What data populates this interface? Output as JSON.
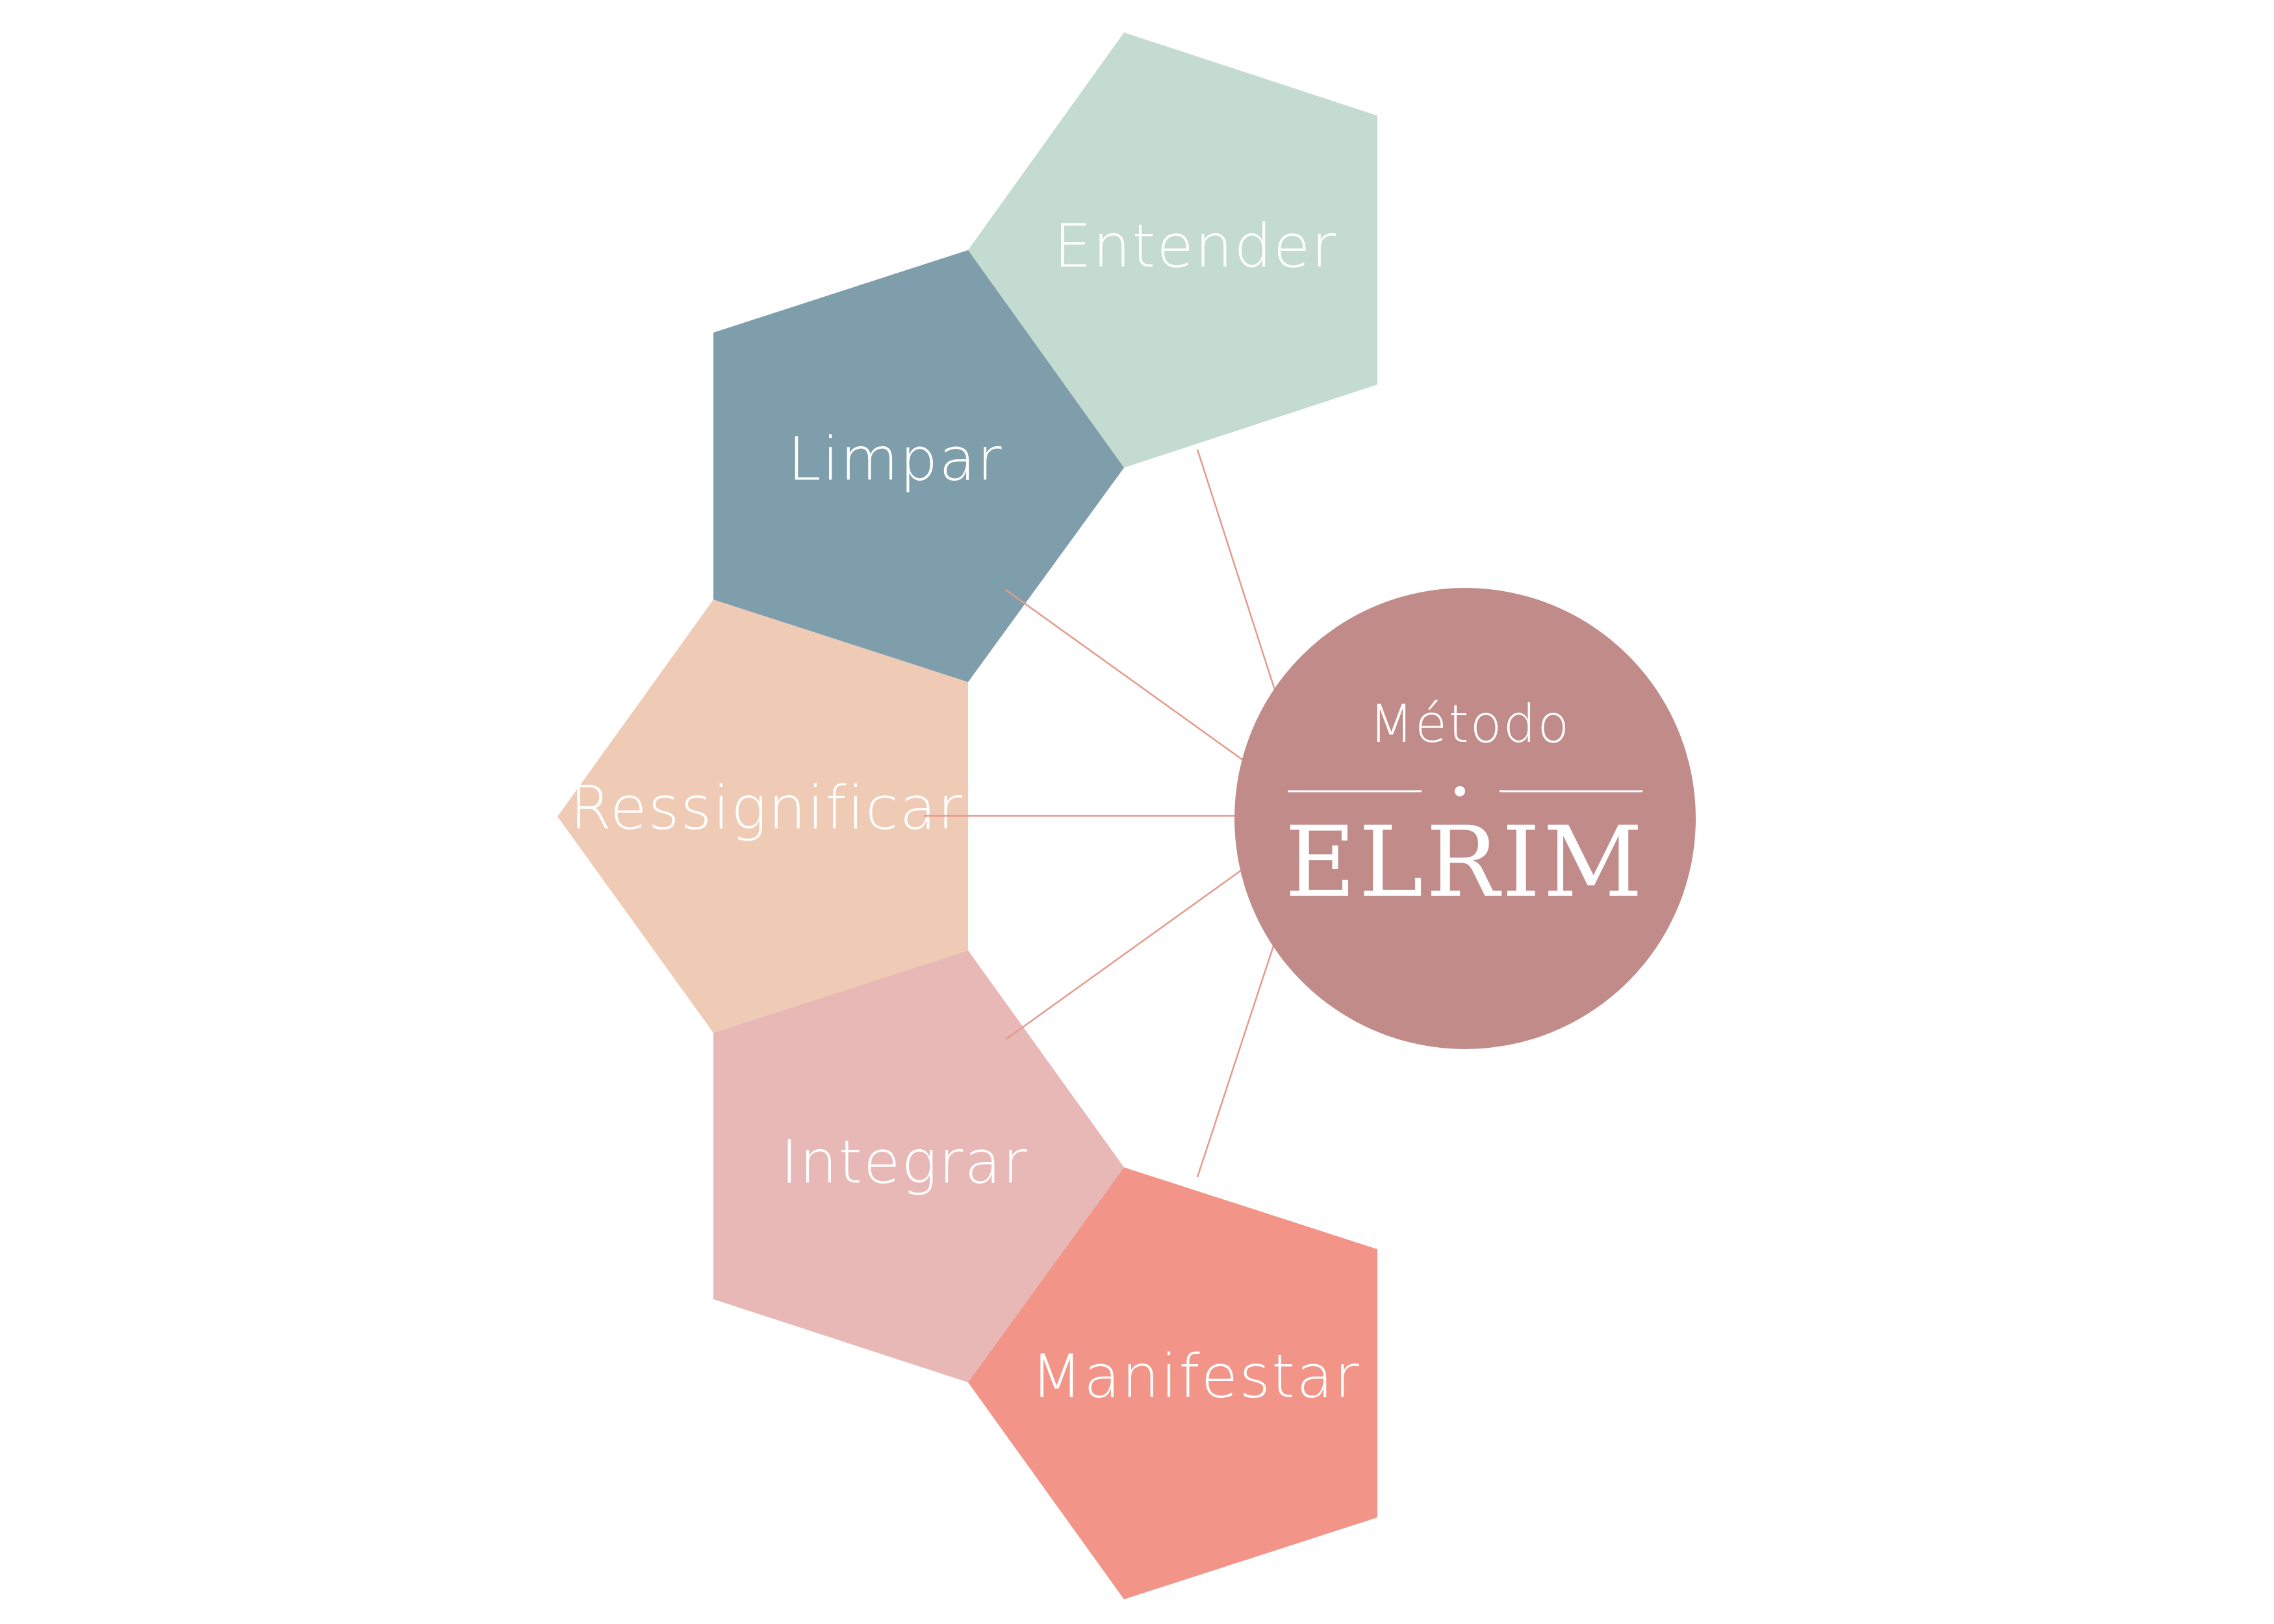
{
  "hub": {
    "subtitle": "Método",
    "title": "ELRIM",
    "color": "#c08b89"
  },
  "connector_color": "#e59a8c",
  "steps": [
    {
      "label": "Entender",
      "color": "#c4dbd1"
    },
    {
      "label": "Limpar",
      "color": "#7f9eab"
    },
    {
      "label": "Ressignificar",
      "color": "#efcbb6"
    },
    {
      "label": "Integrar",
      "color": "#e8b8b6"
    },
    {
      "label": "Manifestar",
      "color": "#f29487"
    }
  ]
}
